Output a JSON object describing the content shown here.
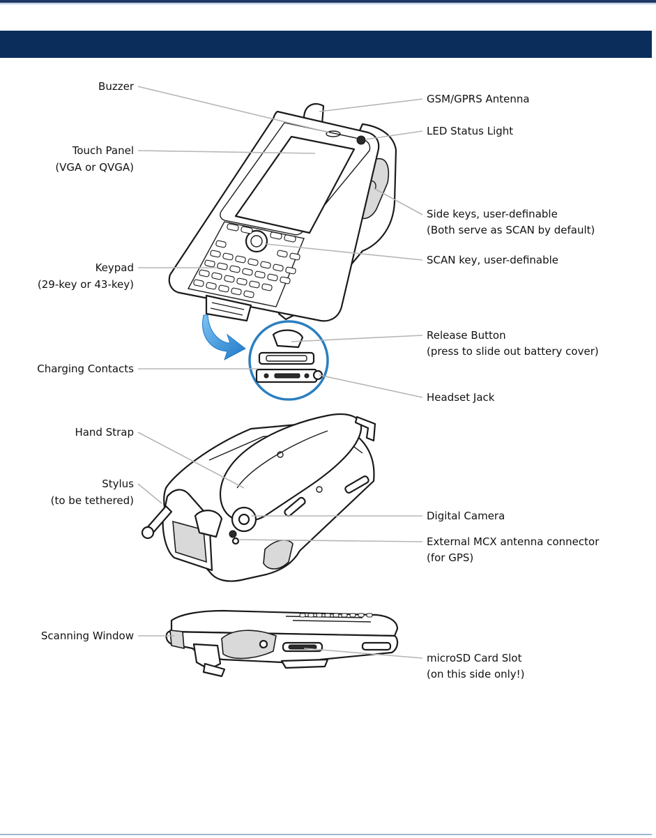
{
  "header": {
    "title": ""
  },
  "labels": {
    "buzzer": "Buzzer",
    "touch_panel": "Touch Panel",
    "touch_panel_sub": "(VGA or QVGA)",
    "keypad": "Keypad",
    "keypad_sub": "(29-key or 43-key)",
    "charging_contacts": "Charging Contacts",
    "hand_strap": "Hand Strap",
    "stylus": "Stylus",
    "stylus_sub": "(to be tethered)",
    "scanning_window": "Scanning Window",
    "gsm_antenna": "GSM/GPRS Antenna",
    "led_status": "LED Status Light",
    "side_keys": "Side keys, user-definable",
    "side_keys_sub": "(Both serve as SCAN by default)",
    "scan_key": "SCAN key, user-definable",
    "release_button": "Release Button",
    "release_button_sub": "(press to slide out battery cover)",
    "headset_jack": "Headset Jack",
    "digital_camera": "Digital Camera",
    "mcx_connector": "External MCX antenna connector",
    "mcx_connector_sub": "(for GPS)",
    "microsd_slot": "microSD Card Slot",
    "microsd_slot_sub": "(on this side only!)"
  },
  "colors": {
    "header_band": "#0b2d5b",
    "arrow": "#2f8fd8",
    "leader": "#b5b5b5"
  }
}
